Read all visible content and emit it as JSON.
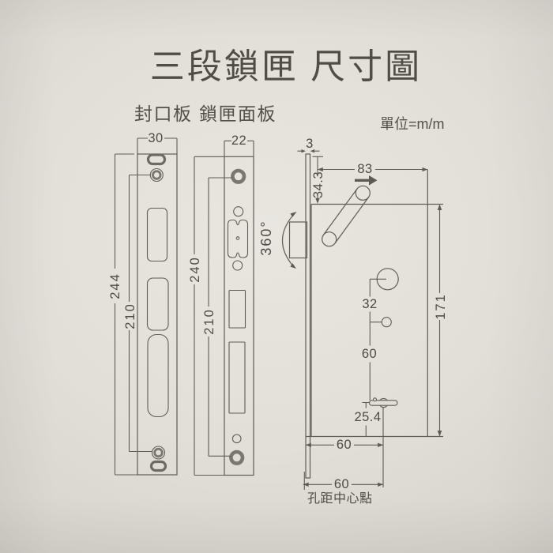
{
  "page": {
    "title": "三段鎖匣 尺寸圖",
    "unit_note": "單位=m/m",
    "footer_note": "孔距中心點"
  },
  "strike_plate": {
    "label": "封口板",
    "dims": {
      "width": "30",
      "length": "244",
      "screw_span": "210"
    }
  },
  "face_plate": {
    "label": "鎖匣面板",
    "dims": {
      "width": "22",
      "length": "240",
      "screw_span": "210"
    }
  },
  "lock_body": {
    "dims": {
      "faceplate_thickness": "3",
      "width": "83",
      "top_to_spindle": "34.3",
      "height": "171",
      "spindle_to_cylinder": "32",
      "cylinder_to_keyhole": "60",
      "keyhole_to_bottom": "25.4",
      "backset_upper": "60",
      "backset_lower": "60",
      "latch_rotation": "360°"
    }
  },
  "colors": {
    "paper": "#e2ded8",
    "ink": "#5f5a52",
    "hole_gray": "#7b766e"
  }
}
